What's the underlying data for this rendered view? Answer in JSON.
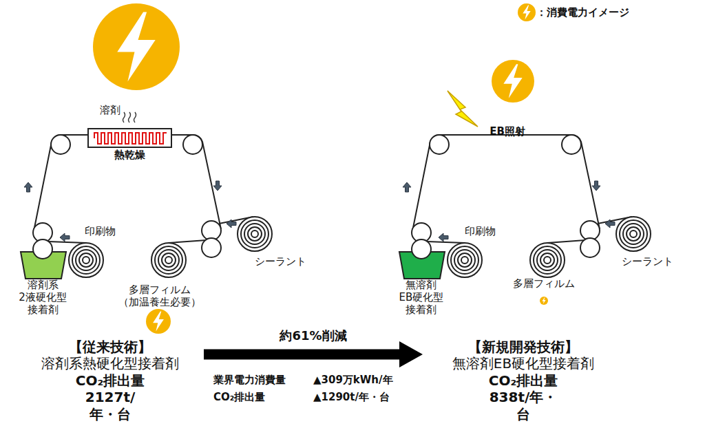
{
  "diagram": {
    "nodes": [
      {
        "text": [
          "熱乾燥"
        ]
      },
      {
        "text": [
          "【従来技術】",
          "溶剤系熱硬化型接着剤",
          "CO₂排出量 2127t/年・台"
        ]
      },
      {
        "text": [
          "【新規開発技術】",
          "無溶剤EB硬化型接着剤",
          "CO₂排出量 838t/年・台"
        ]
      }
    ],
    "edges": [
      {
        "from": 1,
        "to": 2,
        "arrow": "to",
        "label": "約61%削減"
      }
    ],
    "labels": [
      "溶剤",
      "印刷物",
      "溶剤系 2液硬化型 接着剤",
      "多層フィルム （加温養生必要）",
      "シーラント",
      "業界電力消費量",
      "▲309万kWh/年",
      "CO₂排出量",
      "▲1290t/年・台",
      "EB照射",
      "印刷物",
      "無溶剤 EB硬化型 接着剤",
      "シーラント",
      "多層フィルム"
    ],
    "legend": [
      {
        "text": "：消費電力イメージ"
      }
    ]
  }
}
